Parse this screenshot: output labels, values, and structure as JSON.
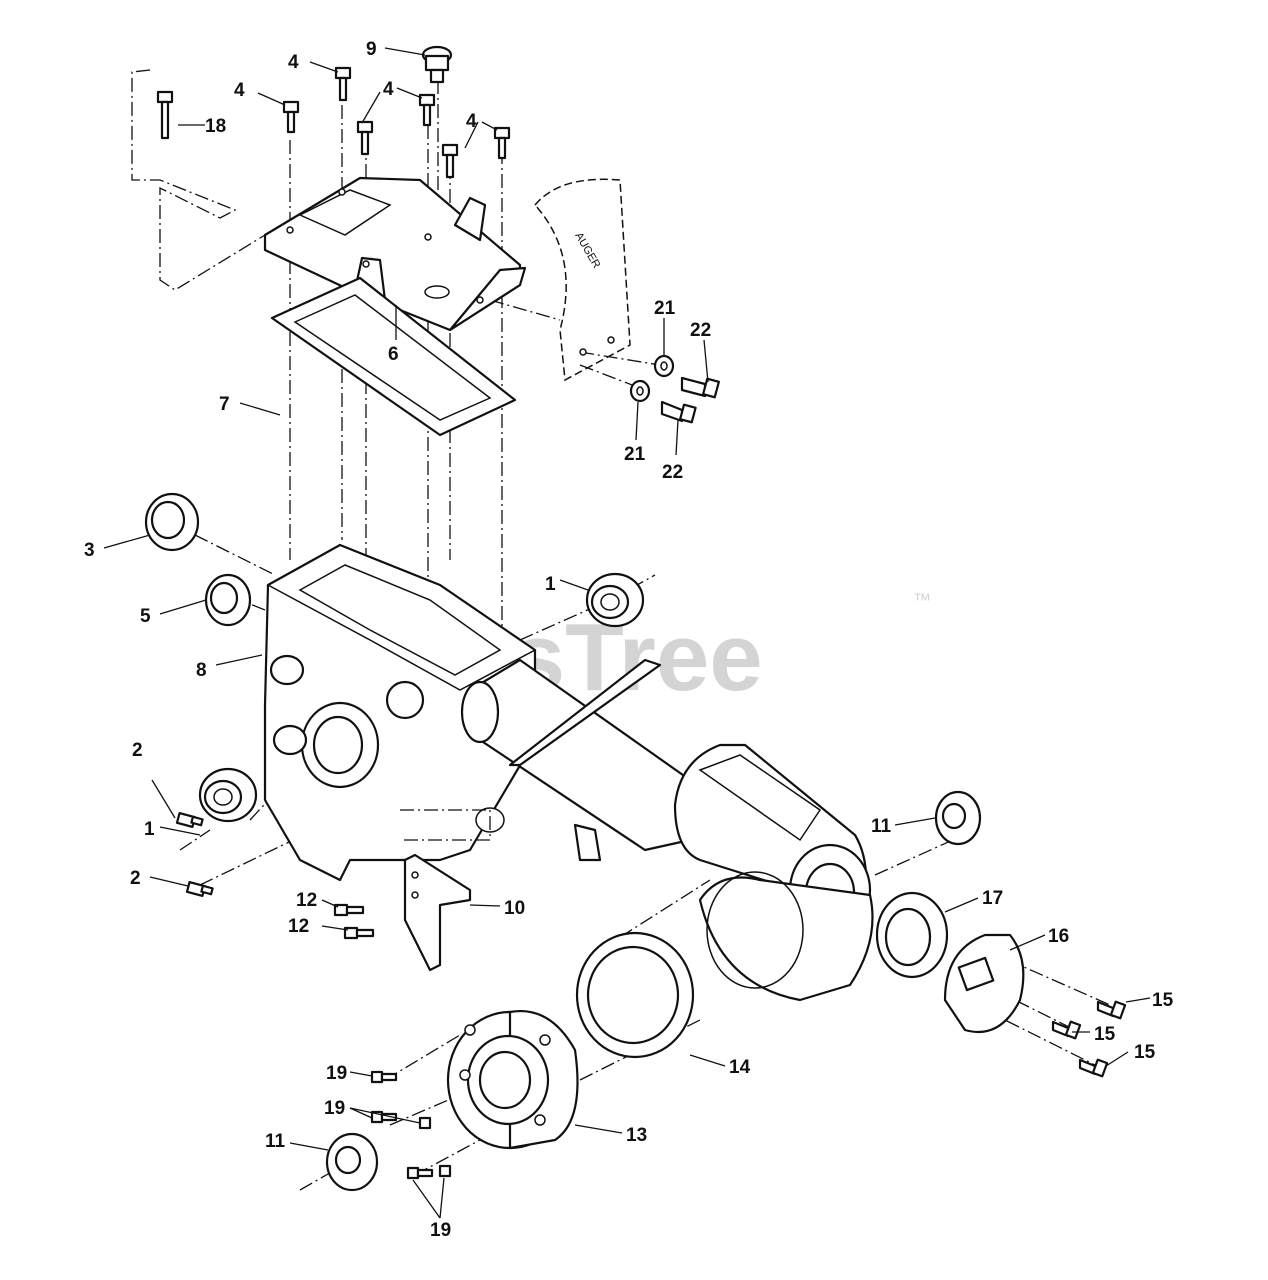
{
  "watermark": {
    "text": "PartsTree",
    "tm": "™",
    "color": "#d4d4d4"
  },
  "callouts": {
    "c1a": "1",
    "c1b": "1",
    "c2a": "2",
    "c2b": "2",
    "c3": "3",
    "c4a": "4",
    "c4b": "4",
    "c4c": "4",
    "c4d": "4",
    "c5": "5",
    "c6": "6",
    "c7": "7",
    "c8": "8",
    "c9": "9",
    "c10": "10",
    "c11a": "11",
    "c11b": "11",
    "c12a": "12",
    "c12b": "12",
    "c13": "13",
    "c14": "14",
    "c15a": "15",
    "c15b": "15",
    "c15c": "15",
    "c16": "16",
    "c17": "17",
    "c18": "18",
    "c19a": "19",
    "c19b": "19",
    "c19c": "19",
    "c21a": "21",
    "c21b": "21",
    "c22a": "22",
    "c22b": "22"
  }
}
